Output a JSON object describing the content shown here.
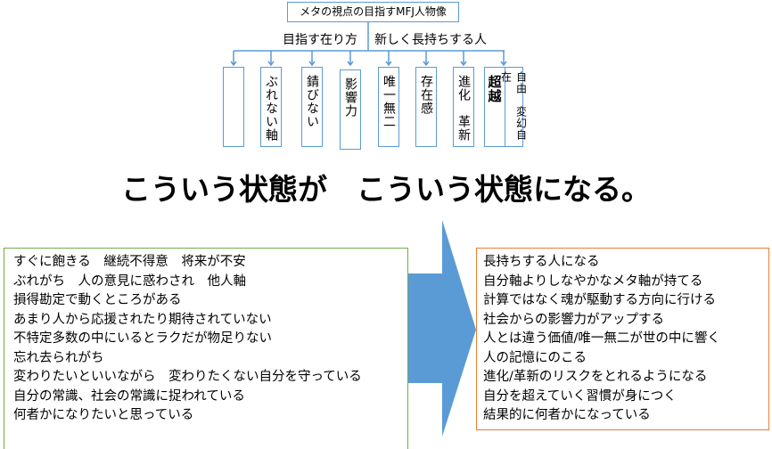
{
  "header": {
    "title": "メタの視点の目指すMFJ人物像",
    "subtitle_left": "目指す在り方",
    "subtitle_right": "新しく長持ちする人"
  },
  "pillars": [
    "",
    "ぶれない軸",
    "錆びない",
    "影響力",
    "唯一無二",
    "存在感",
    "進化　革新",
    "超越",
    "自由　変幻自在"
  ],
  "headline": "こういう状態が　こういう状態になる。",
  "before": [
    "すぐに飽きる　継続不得意　将来が不安",
    "ぶれがち　人の意見に惑わされ　他人軸",
    "損得勘定で動くところがある",
    "あまり人から応援されたり期待されていない",
    "不特定多数の中にいるとラクだが物足りない",
    "忘れ去られがち",
    "変わりたいといいながら　変わりたくない自分を守っている",
    "自分の常識、社会の常識に捉われている",
    "何者かになりたいと思っている"
  ],
  "after": [
    "長持ちする人になる",
    "自分軸よりしなやかなメタ軸が持てる",
    "計算ではなく魂が駆動する方向に行ける",
    "社会からの影響力がアップする",
    "人とは違う価値/唯一無二が世の中に響く",
    "人の記憶にのこる",
    "進化/革新のリスクをとれるようになる",
    "自分を超えていく習慣が身につく",
    "結果的に何者かになっている"
  ],
  "colors": {
    "line": "#5b9bd5",
    "arrow": "#5b9bd5",
    "before_border": "#70ad47",
    "after_border": "#ed7d31"
  }
}
